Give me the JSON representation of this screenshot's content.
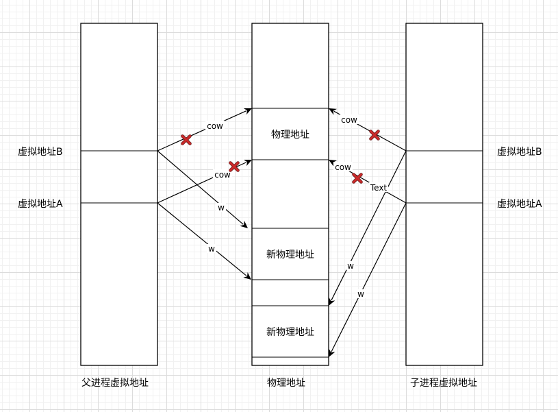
{
  "columns": {
    "parent": "父进程虚拟地址",
    "physical": "物理地址",
    "child": "子进程虚拟地址"
  },
  "left_labels": {
    "b": "虚拟地址B",
    "a": "虚拟地址A"
  },
  "right_labels": {
    "b": "虚拟地址B",
    "a": "虚拟地址A"
  },
  "physical_blocks": {
    "phys": "物理地址",
    "new1": "新物理地址",
    "new2": "新物理地址"
  },
  "edge_labels": {
    "cow_left_top": "cow",
    "cow_left_mid": "cow",
    "w_left_1": "w",
    "w_left_2": "w",
    "cow_right_top": "cow",
    "cow_right_mid": "cow",
    "text": "Text",
    "w_right_1": "w",
    "w_right_2": "w"
  },
  "colors": {
    "cross": "#cc2a2a",
    "stroke": "#000000"
  }
}
